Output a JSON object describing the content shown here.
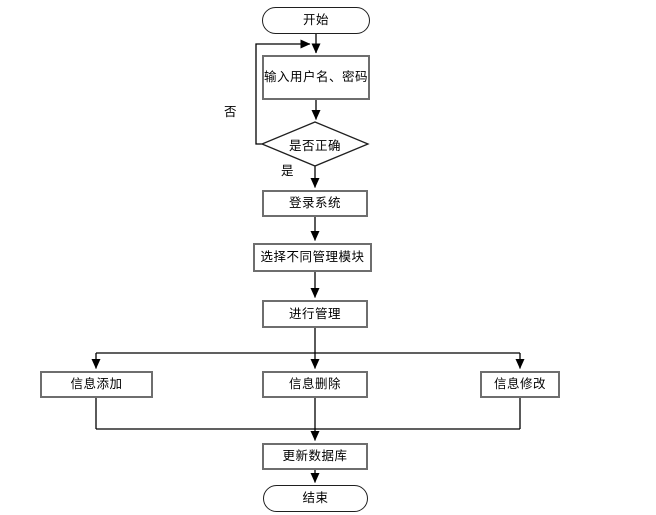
{
  "diagram": {
    "type": "flowchart",
    "background_color": "#ffffff",
    "line_color": "#000000",
    "process_border_color": "#6e6e6e",
    "terminator_border_color": "#1f1f1f",
    "text_color": "#000000",
    "nodes": {
      "start": {
        "label": "开始",
        "shape": "terminator"
      },
      "input_credentialsated": {
        "label": "输入用户名、密码",
        "shape": "process"
      },
      "is_correct": {
        "label": "是否正确",
        "shape": "decision"
      },
      "login_system": {
        "label": "登录系统",
        "shape": "process"
      },
      "select_module": {
        "label": "选择不同管理模块",
        "shape": "process"
      },
      "do_manage": {
        "label": "进行管理",
        "shape": "process"
      },
      "info_add": {
        "label": "信息添加",
        "shape": "process"
      },
      "info_delete": {
        "label": "信息删除",
        "shape": "process"
      },
      "info_modify": {
        "label": "信息修改",
        "shape": "process"
      },
      "update_database": {
        "label": "更新数据库",
        "shape": "process"
      },
      "end": {
        "label": "结束",
        "shape": "terminator"
      }
    },
    "edge_labels": {
      "no": "否",
      "yes": "是"
    }
  }
}
